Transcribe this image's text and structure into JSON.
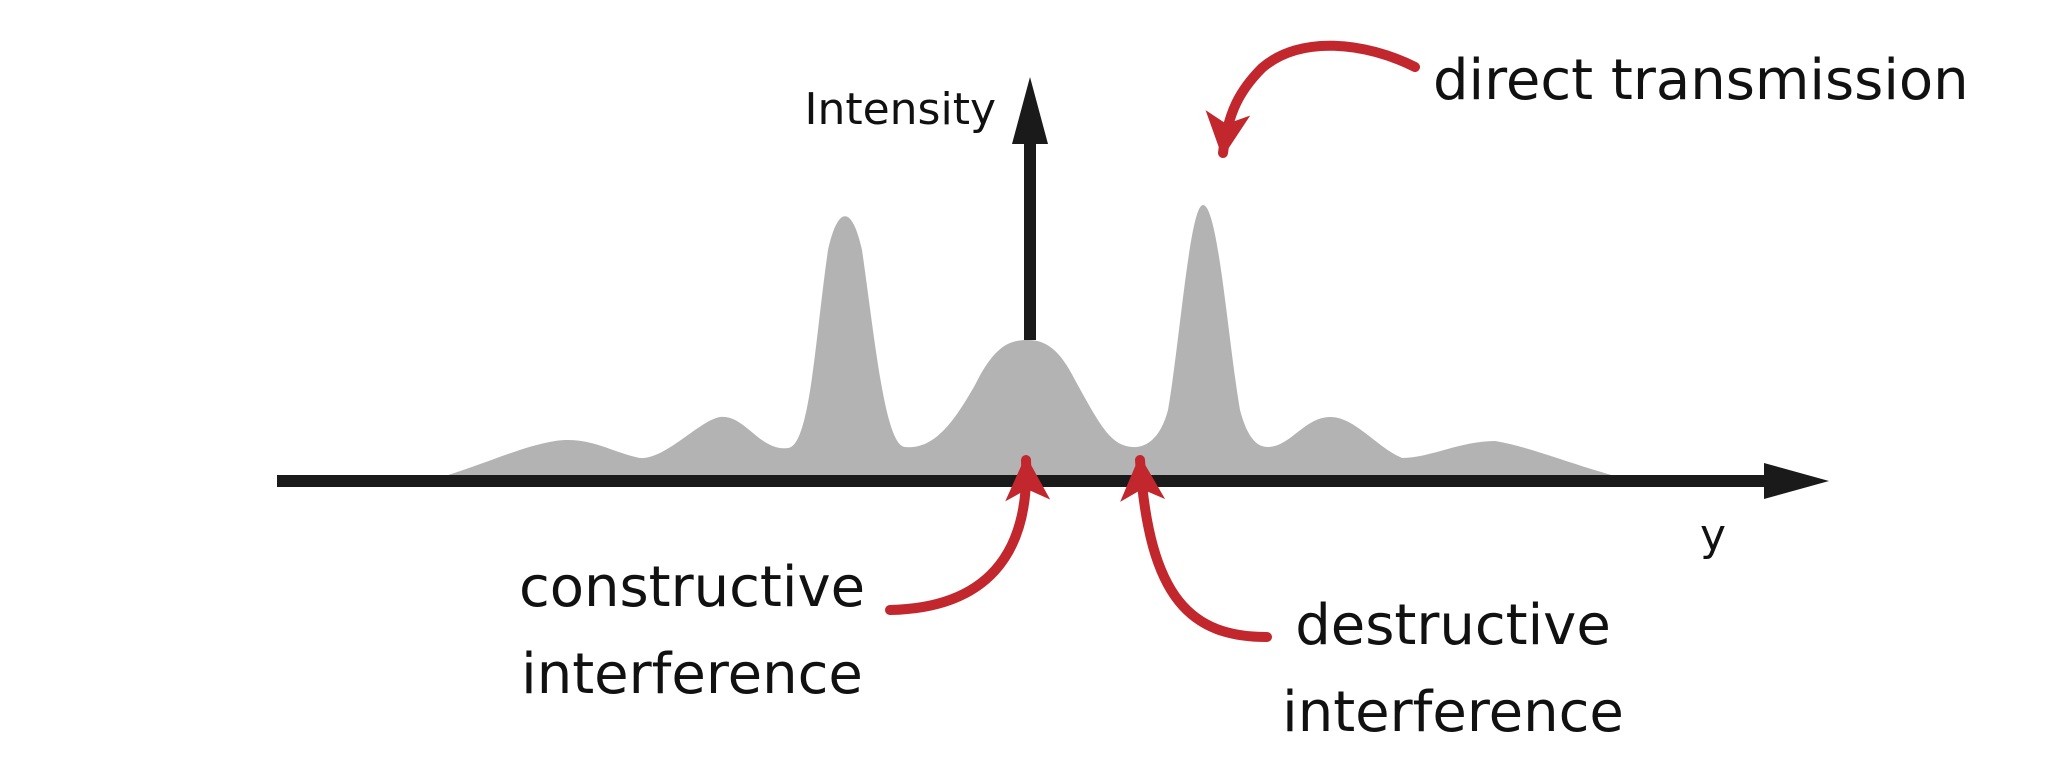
{
  "axes": {
    "y_label": "Intensity",
    "x_label": "y"
  },
  "annotations": {
    "direct": "direct transmission",
    "constructive": [
      "constructive",
      "interference"
    ],
    "destructive": [
      "destructive",
      "interference"
    ]
  },
  "colors": {
    "curve_fill": "#b3b3b3",
    "axis": "#1a1a1a",
    "arrow": "#c1272d",
    "text": "#111111"
  }
}
